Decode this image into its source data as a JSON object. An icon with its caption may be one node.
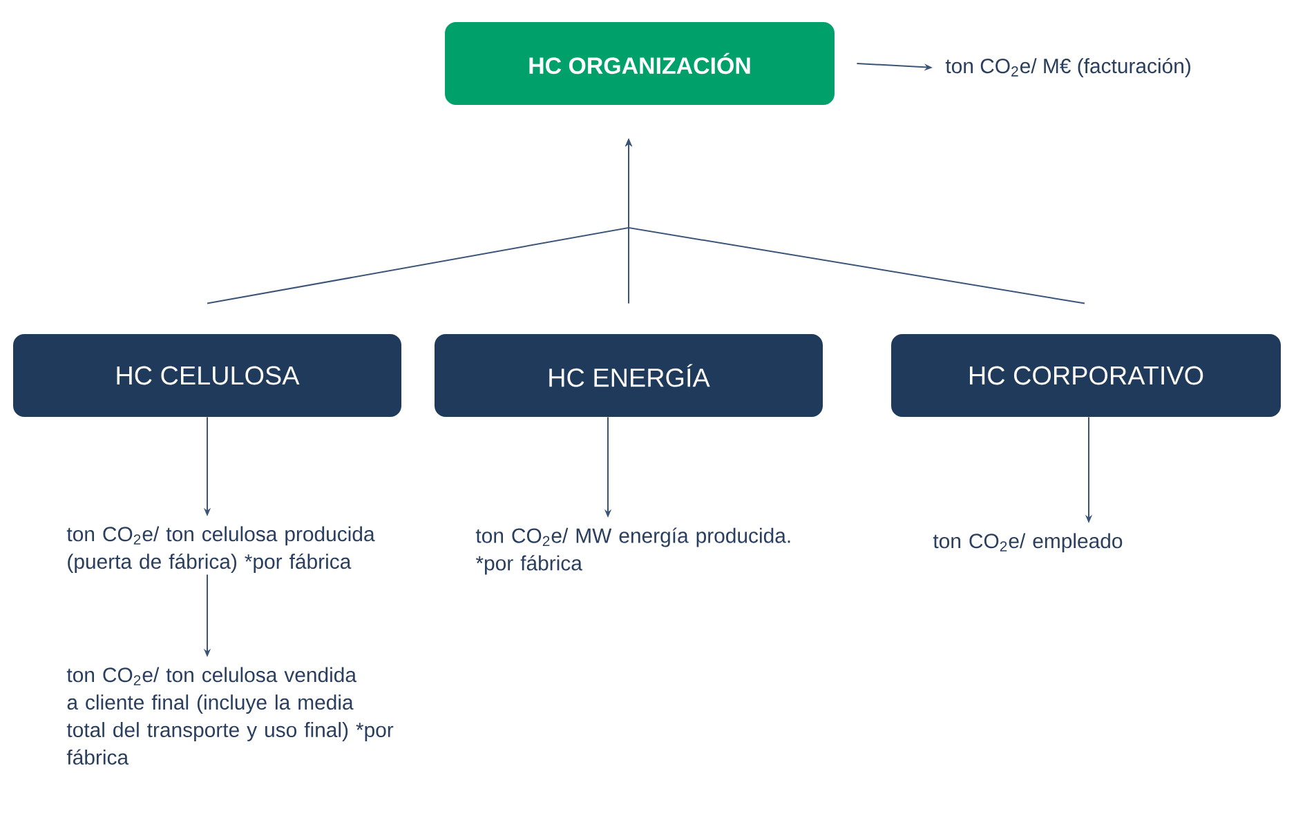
{
  "diagram": {
    "nodes": [
      {
        "text": [
          "HC ORGANIZACIÓN"
        ]
      },
      {
        "text": [
          "ton CO$_{2}$e/ M€ (facturación)"
        ]
      },
      {
        "text": [
          "HC CELULOSA"
        ]
      },
      {
        "text": [
          "HC ENERGÍA"
        ]
      },
      {
        "text": [
          "HC CORPORATIVO"
        ]
      },
      {
        "text": [
          "ton CO$_{2}$e/ ton celulosa producida (puerta de fábrica) *por fábrica"
        ]
      },
      {
        "text": [
          "ton CO$_{2}$e/ ton celulosa vendida a cliente final (incluye la media total del transporte y uso final) *por fábrica"
        ]
      },
      {
        "text": [
          "ton CO$_{2}$e/ MW energía producida. *por fábrica"
        ]
      },
      {
        "text": [
          "ton CO$_{2}$e/ empleado"
        ]
      }
    ],
    "edges": [
      {
        "from": 0,
        "to": 1,
        "arrow": "to"
      },
      {
        "from": 2,
        "to": 0,
        "arrow": "to"
      },
      {
        "from": 3,
        "to": 0,
        "arrow": "to"
      },
      {
        "from": 4,
        "to": 0,
        "arrow": "to"
      },
      {
        "from": 2,
        "to": 5,
        "arrow": "to"
      },
      {
        "from": 5,
        "to": 6,
        "arrow": "to"
      },
      {
        "from": 3,
        "to": 7,
        "arrow": "to"
      },
      {
        "from": 4,
        "to": 8,
        "arrow": "to"
      }
    ]
  }
}
